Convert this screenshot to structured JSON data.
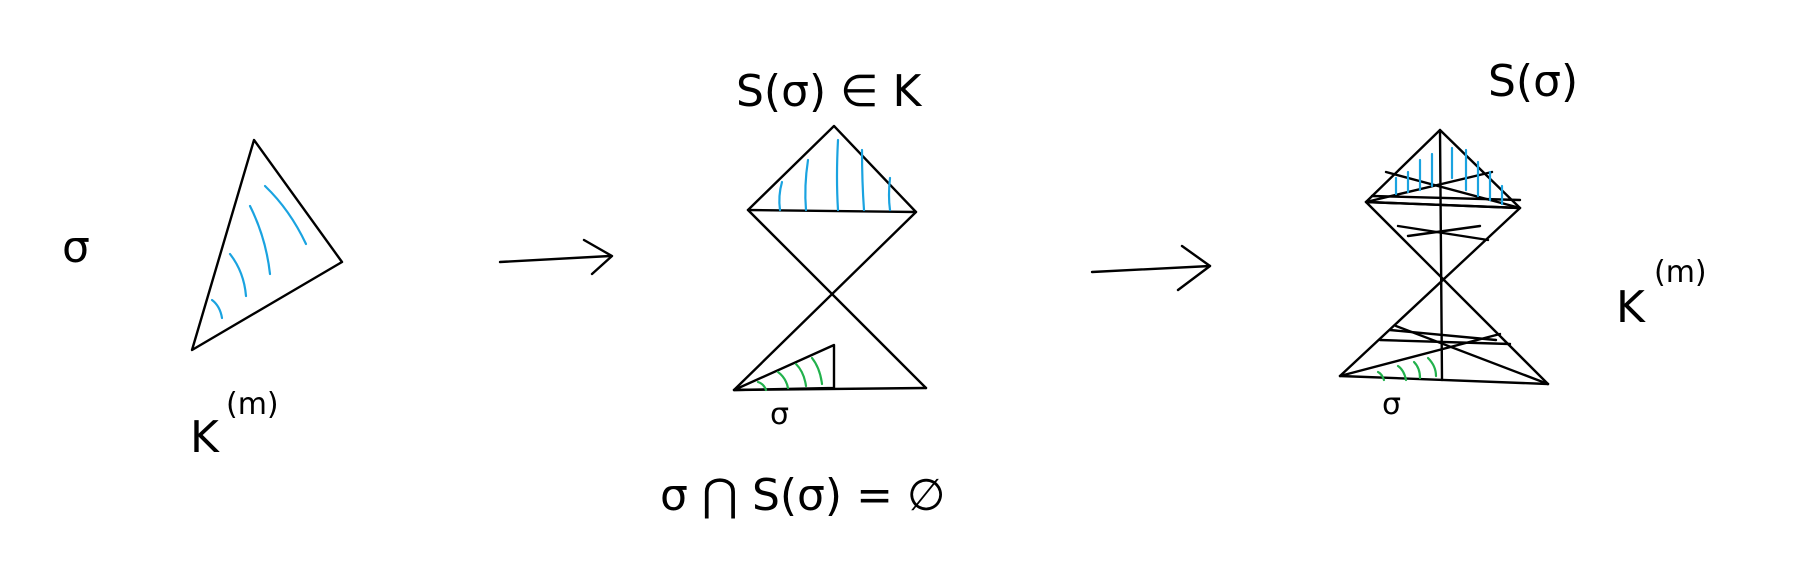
{
  "colors": {
    "ink": "#000000",
    "hatch_blue": "#1aa3e0",
    "hatch_green": "#22b14c",
    "background": "#ffffff"
  },
  "labels": {
    "sigma_left": "σ",
    "k_left_base": "K",
    "k_left_sup": "(m)",
    "s_in_k": "S(σ) ∈ K",
    "sigma_mid": "σ",
    "intersection": "σ ⋂ S(σ) = ∅",
    "s_right": "S(σ)",
    "sigma_right": "σ",
    "k_right_base": "K",
    "k_right_sup": "(m)"
  },
  "arrows": [
    "arrow-1",
    "arrow-2"
  ]
}
